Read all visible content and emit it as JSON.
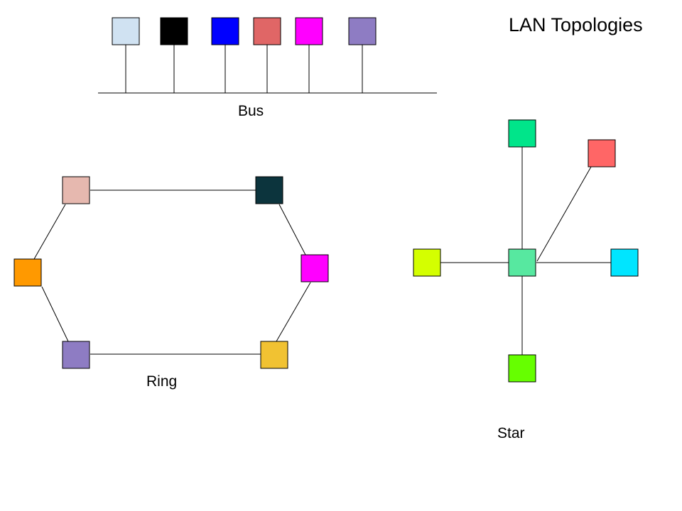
{
  "title": "LAN Topologies",
  "bus": {
    "label": "Bus",
    "nodes": [
      {
        "name": "bus-node-1",
        "color": "#d0e2f2"
      },
      {
        "name": "bus-node-2",
        "color": "#000000"
      },
      {
        "name": "bus-node-3",
        "color": "#0000ff"
      },
      {
        "name": "bus-node-4",
        "color": "#e06666"
      },
      {
        "name": "bus-node-5",
        "color": "#ff00ff"
      },
      {
        "name": "bus-node-6",
        "color": "#8e7cc3"
      }
    ]
  },
  "ring": {
    "label": "Ring",
    "nodes": [
      {
        "name": "ring-node-top-left",
        "color": "#e6b8af"
      },
      {
        "name": "ring-node-top-right",
        "color": "#0c343d"
      },
      {
        "name": "ring-node-right",
        "color": "#ff00ff"
      },
      {
        "name": "ring-node-bottom-right",
        "color": "#f1c232"
      },
      {
        "name": "ring-node-bottom-left",
        "color": "#8e7cc3"
      },
      {
        "name": "ring-node-left",
        "color": "#ff9900"
      }
    ]
  },
  "star": {
    "label": "Star",
    "hub": {
      "name": "star-hub",
      "color": "#57e8a0"
    },
    "nodes": [
      {
        "name": "star-node-top",
        "color": "#00e58a"
      },
      {
        "name": "star-node-top-right",
        "color": "#ff6666"
      },
      {
        "name": "star-node-right",
        "color": "#00e5ff"
      },
      {
        "name": "star-node-bottom",
        "color": "#66ff00"
      },
      {
        "name": "star-node-left",
        "color": "#d4ff00"
      }
    ]
  }
}
